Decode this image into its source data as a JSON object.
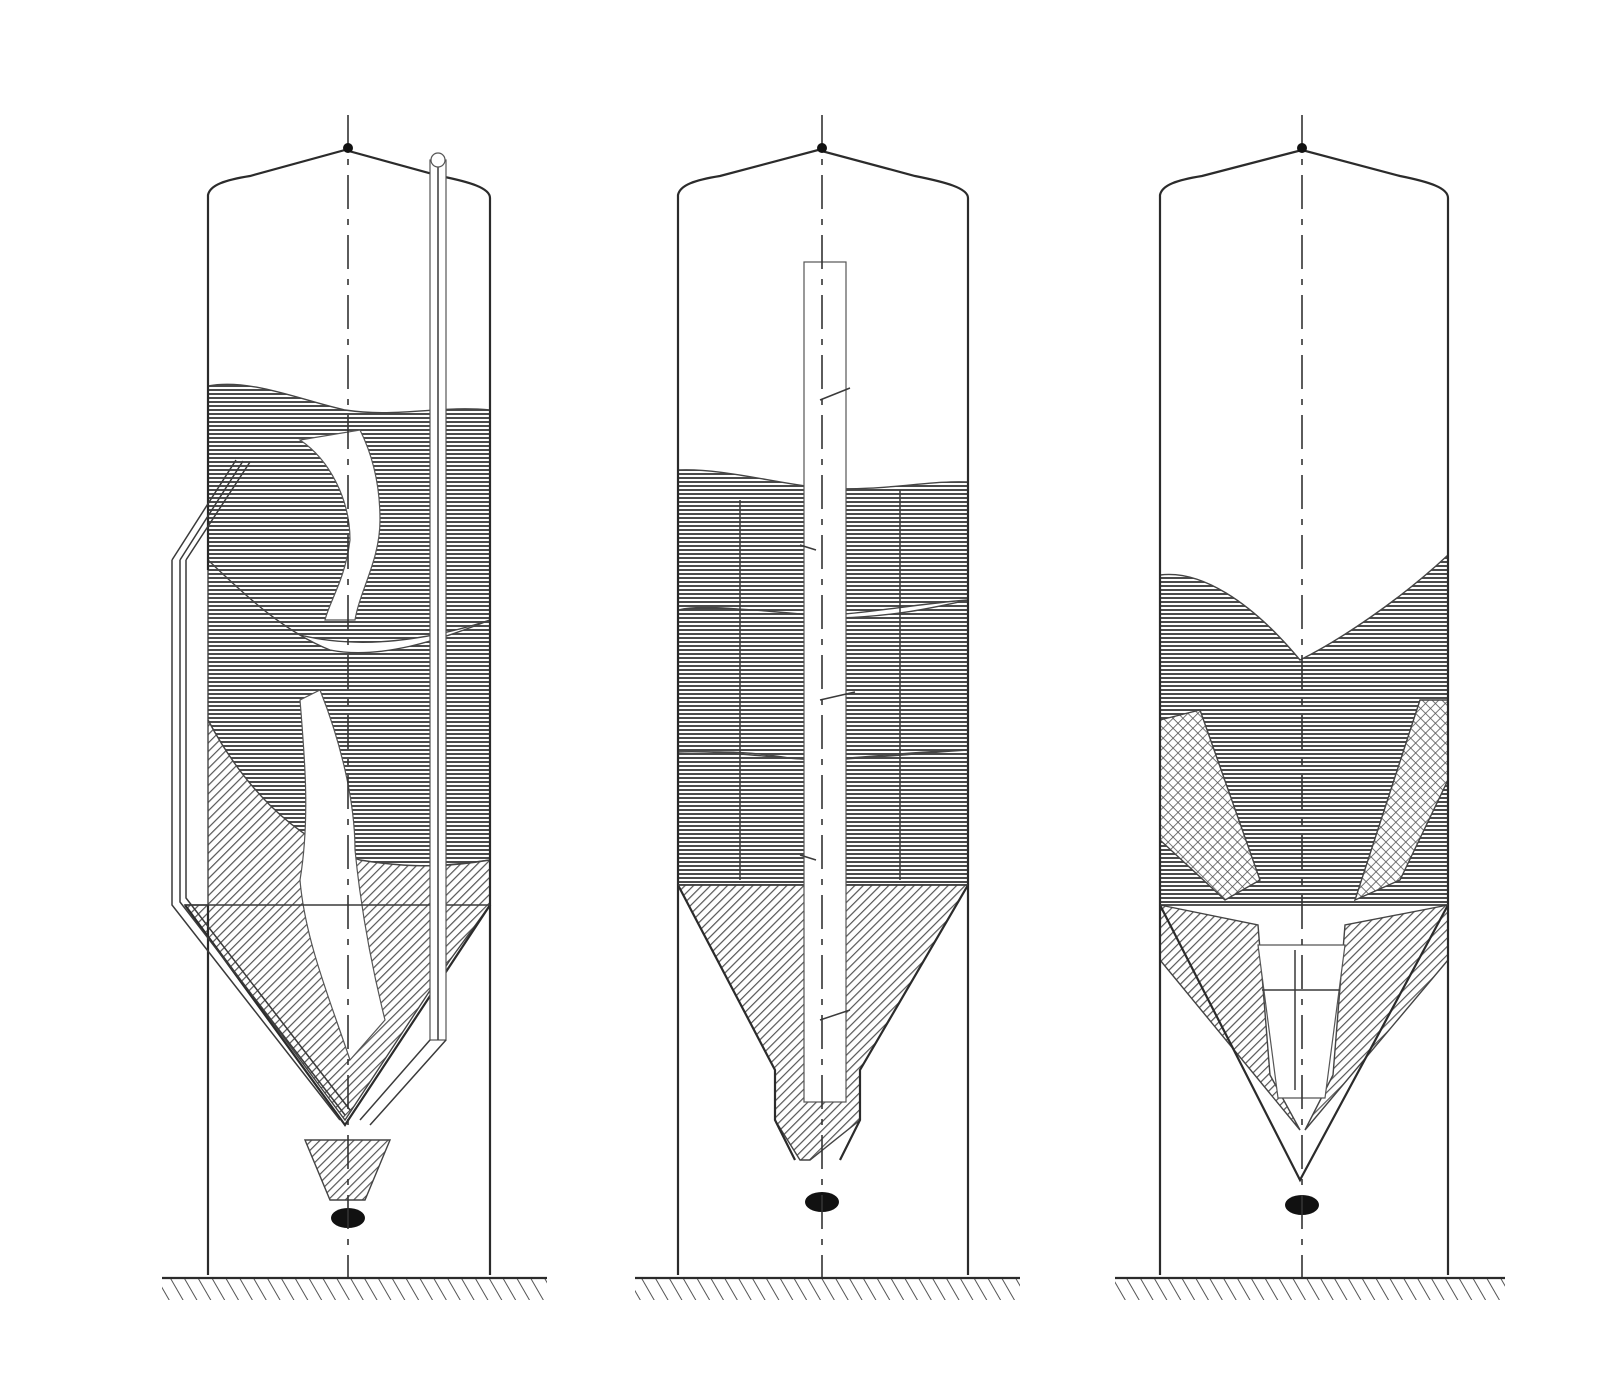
{
  "figure": {
    "panel_count": 3,
    "panels": [
      {
        "id": "silo-1",
        "feature": "external-bypass-tube-and-internal-tube"
      },
      {
        "id": "silo-2",
        "feature": "central-internal-tube"
      },
      {
        "id": "silo-3",
        "feature": "central-insert-cone"
      }
    ],
    "colors": {
      "line": "#2b2b2b",
      "background": "#ffffff"
    }
  }
}
